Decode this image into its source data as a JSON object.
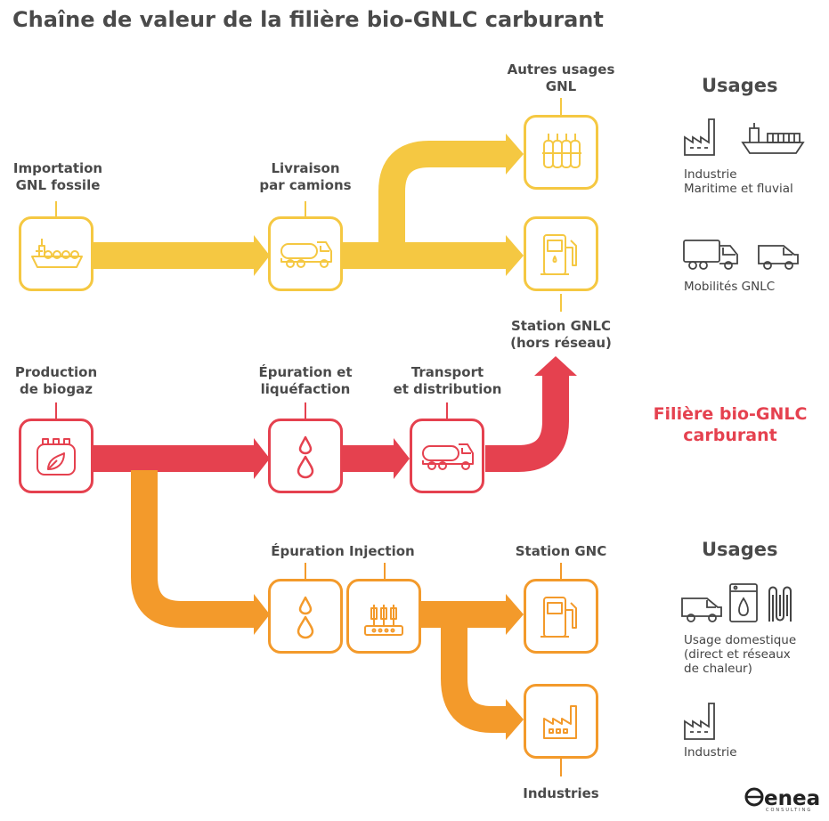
{
  "title": "Chaîne de valeur de la filière bio-GNLC carburant",
  "colors": {
    "gnl": "#f5c842",
    "biognlc": "#e5414f",
    "biognc": "#f39a2b",
    "text": "#4a4a4a"
  },
  "nodes": {
    "importation": {
      "label": "Importation\nGNL fossile",
      "icon": "lng-tanker-ship-icon"
    },
    "livraison": {
      "label": "Livraison\npar camions",
      "icon": "tanker-truck-icon"
    },
    "autres_usages": {
      "label": "Autres usages\nGNL",
      "icon": "gas-cylinders-icon"
    },
    "station_gnlc": {
      "label": "Station GNLC\n(hors réseau)",
      "icon": "fuel-station-icon"
    },
    "production": {
      "label": "Production\nde biogaz",
      "icon": "biogas-digester-icon"
    },
    "epuration_liq": {
      "label": "Épuration et\nliquéfaction",
      "icon": "drops-icon"
    },
    "transport": {
      "label": "Transport\net distribution",
      "icon": "tanker-truck-icon"
    },
    "epuration_injection": {
      "label": "Épuration Injection",
      "icon": "drops-icon"
    },
    "injection_icon": "gas-injection-post-icon",
    "station_gnc": {
      "label": "Station GNC",
      "icon": "fuel-station-icon"
    },
    "industries": {
      "label": "Industries",
      "icon": "factory-icon"
    }
  },
  "usages_top": {
    "title": "Usages",
    "group1": {
      "icons": [
        "factory-icon",
        "cargo-ship-icon"
      ],
      "text": "Industrie\nMaritime et fluvial"
    },
    "group2": {
      "icons": [
        "truck-icon",
        "van-icon"
      ],
      "text": "Mobilités GNLC"
    }
  },
  "filiere_label": "Filière bio-GNLC\ncarburant",
  "usages_bottom": {
    "title": "Usages",
    "group1": {
      "icons": [
        "van-icon",
        "boiler-icon",
        "radiator-icon"
      ],
      "text": "Usage domestique\n(direct et réseaux\nde chaleur)"
    },
    "group2": {
      "icons": [
        "factory-icon"
      ],
      "text": "Industrie"
    }
  },
  "logo": {
    "name": "enea",
    "tagline": "CONSULTING"
  }
}
